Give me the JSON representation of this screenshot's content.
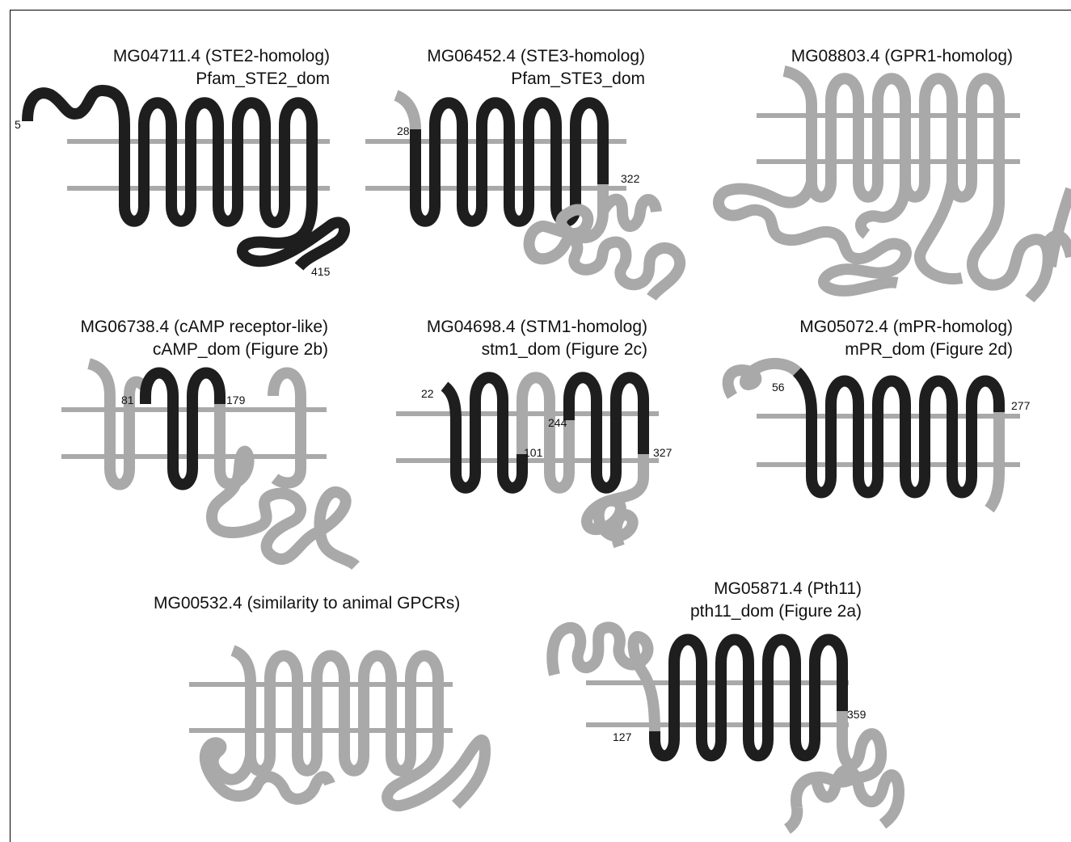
{
  "colors": {
    "domain_segment": "#1e1e1e",
    "non_domain_segment": "#a9a9a9",
    "membrane": "#a9a9a9",
    "background": "#ffffff"
  },
  "panels": [
    {
      "title": "MG04711.4 (STE2-homolog)",
      "subtitle": "Pfam_STE2_dom",
      "labels": [
        "5",
        "415"
      ]
    },
    {
      "title": "MG06452.4 (STE3-homolog)",
      "subtitle": "Pfam_STE3_dom",
      "labels": [
        "28",
        "322"
      ]
    },
    {
      "title": "MG08803.4 (GPR1-homolog)",
      "subtitle": "",
      "labels": []
    },
    {
      "title": "MG06738.4 (cAMP receptor-like)",
      "subtitle": "cAMP_dom (Figure 2b)",
      "labels": [
        "81",
        "179"
      ]
    },
    {
      "title": "MG04698.4 (STM1-homolog)",
      "subtitle": "stm1_dom (Figure 2c)",
      "labels": [
        "22",
        "244",
        "101",
        "327"
      ]
    },
    {
      "title": "MG05072.4 (mPR-homolog)",
      "subtitle": "mPR_dom (Figure 2d)",
      "labels": [
        "56",
        "277"
      ]
    },
    {
      "title": "MG00532.4 (similarity to animal GPCRs)",
      "subtitle": "",
      "labels": []
    },
    {
      "title": "MG05871.4 (Pth11)",
      "subtitle": "pth11_dom (Figure 2a)",
      "labels": [
        "127",
        "359"
      ]
    }
  ]
}
